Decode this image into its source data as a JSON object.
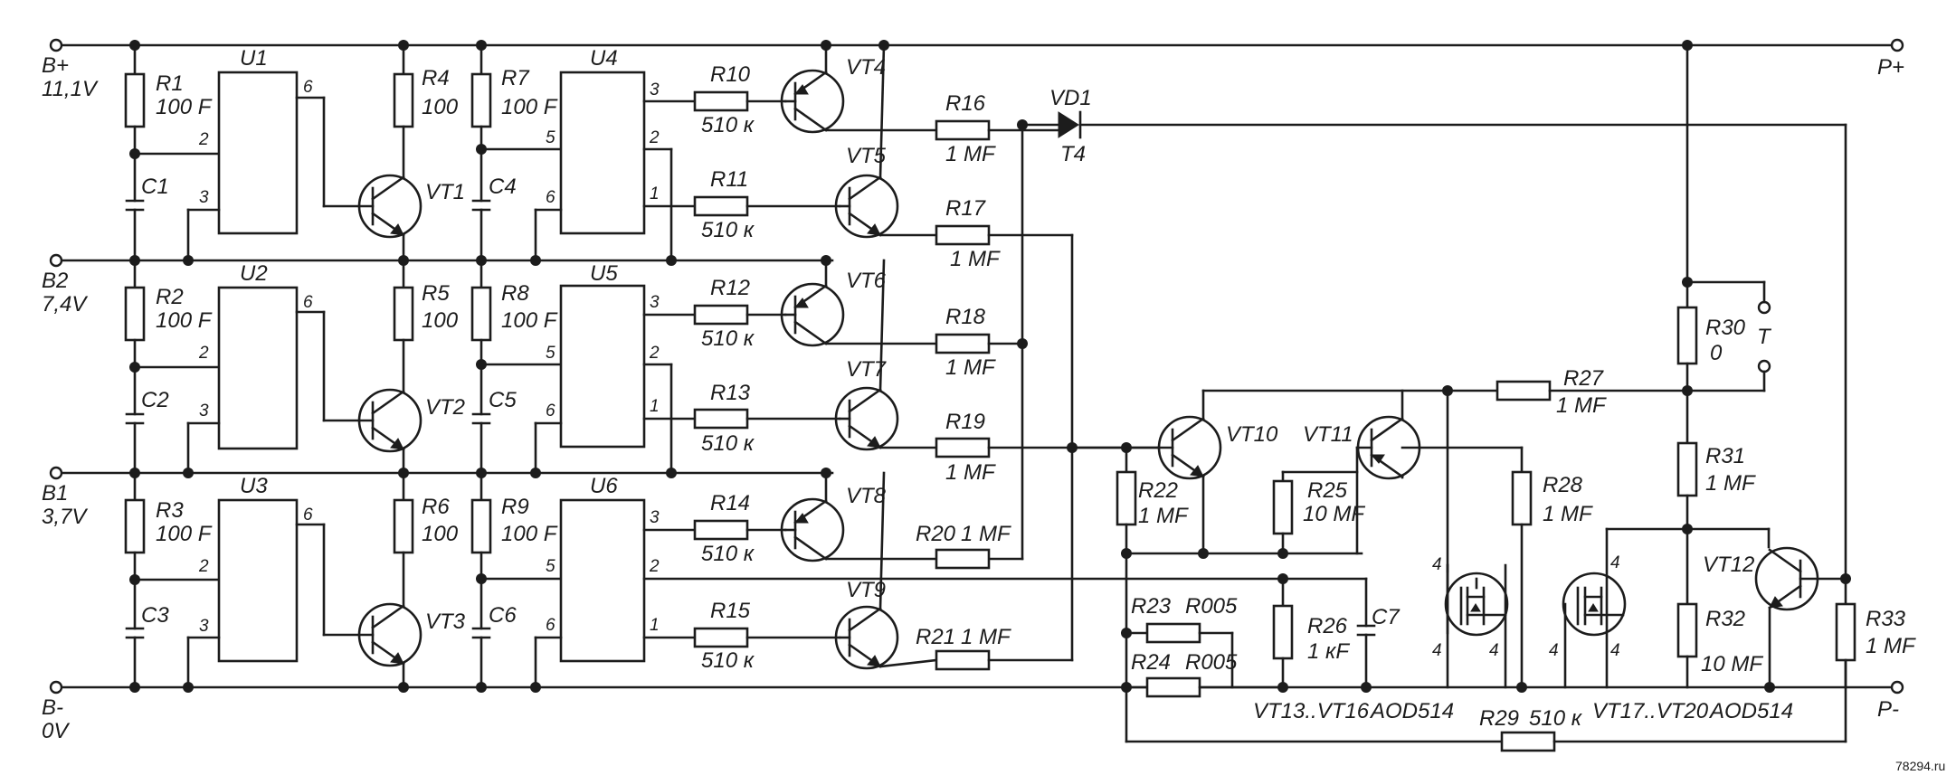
{
  "terminals": {
    "b_plus": "B+",
    "b_plus_v": "11,1V",
    "b2": "B2",
    "b2_v": "7,4V",
    "b1": "B1",
    "b1_v": "3,7V",
    "b_minus": "B-",
    "b_minus_v": "0V",
    "p_plus": "P+",
    "p_minus": "P-",
    "t": "T"
  },
  "resistors": {
    "R1": [
      "R1",
      "100 F"
    ],
    "R2": [
      "R2",
      "100 F"
    ],
    "R3": [
      "R3",
      "100 F"
    ],
    "R4": [
      "R4",
      "100"
    ],
    "R5": [
      "R5",
      "100"
    ],
    "R6": [
      "R6",
      "100"
    ],
    "R7": [
      "R7",
      "100 F"
    ],
    "R8": [
      "R8",
      "100 F"
    ],
    "R9": [
      "R9",
      "100 F"
    ],
    "R10": [
      "R10",
      "510 к"
    ],
    "R11": [
      "R11",
      "510 к"
    ],
    "R12": [
      "R12",
      "510 к"
    ],
    "R13": [
      "R13",
      "510 к"
    ],
    "R14": [
      "R14",
      "510 к"
    ],
    "R15": [
      "R15",
      "510 к"
    ],
    "R16": [
      "R16",
      "1 MF"
    ],
    "R17": [
      "R17",
      "1 MF"
    ],
    "R18": [
      "R18",
      "1 MF"
    ],
    "R19": [
      "R19",
      "1 MF"
    ],
    "R20": [
      "R20",
      "1 MF"
    ],
    "R21": [
      "R21",
      "1 MF"
    ],
    "R22": [
      "R22",
      "1 MF"
    ],
    "R23": [
      "R23",
      "R005"
    ],
    "R24": [
      "R24",
      "R005"
    ],
    "R25": [
      "R25",
      "10 MF"
    ],
    "R26": [
      "R26",
      "1 кF"
    ],
    "R27": [
      "R27",
      "1 MF"
    ],
    "R28": [
      "R28",
      "1 MF"
    ],
    "R29": [
      "R29",
      "510 к"
    ],
    "R30": [
      "R30",
      "0"
    ],
    "R31": [
      "R31",
      "1 MF"
    ],
    "R32": [
      "R32",
      "10 MF"
    ],
    "R33": [
      "R33",
      "1 MF"
    ]
  },
  "capacitors": [
    "C1",
    "C2",
    "C3",
    "C4",
    "C5",
    "C6",
    "C7"
  ],
  "ics": [
    "U1",
    "U2",
    "U3",
    "U4",
    "U5",
    "U6"
  ],
  "transistors": [
    "VT1",
    "VT2",
    "VT3",
    "VT4",
    "VT5",
    "VT6",
    "VT7",
    "VT8",
    "VT9",
    "VT10",
    "VT11",
    "VT12"
  ],
  "diode": {
    "name": "VD1",
    "type": "T4"
  },
  "mosfet_groups": {
    "left_name": "VT13..VT16",
    "left_type": "AOD514",
    "right_name": "VT17..VT20",
    "right_type": "AOD514"
  },
  "watermark": "78294.ru"
}
